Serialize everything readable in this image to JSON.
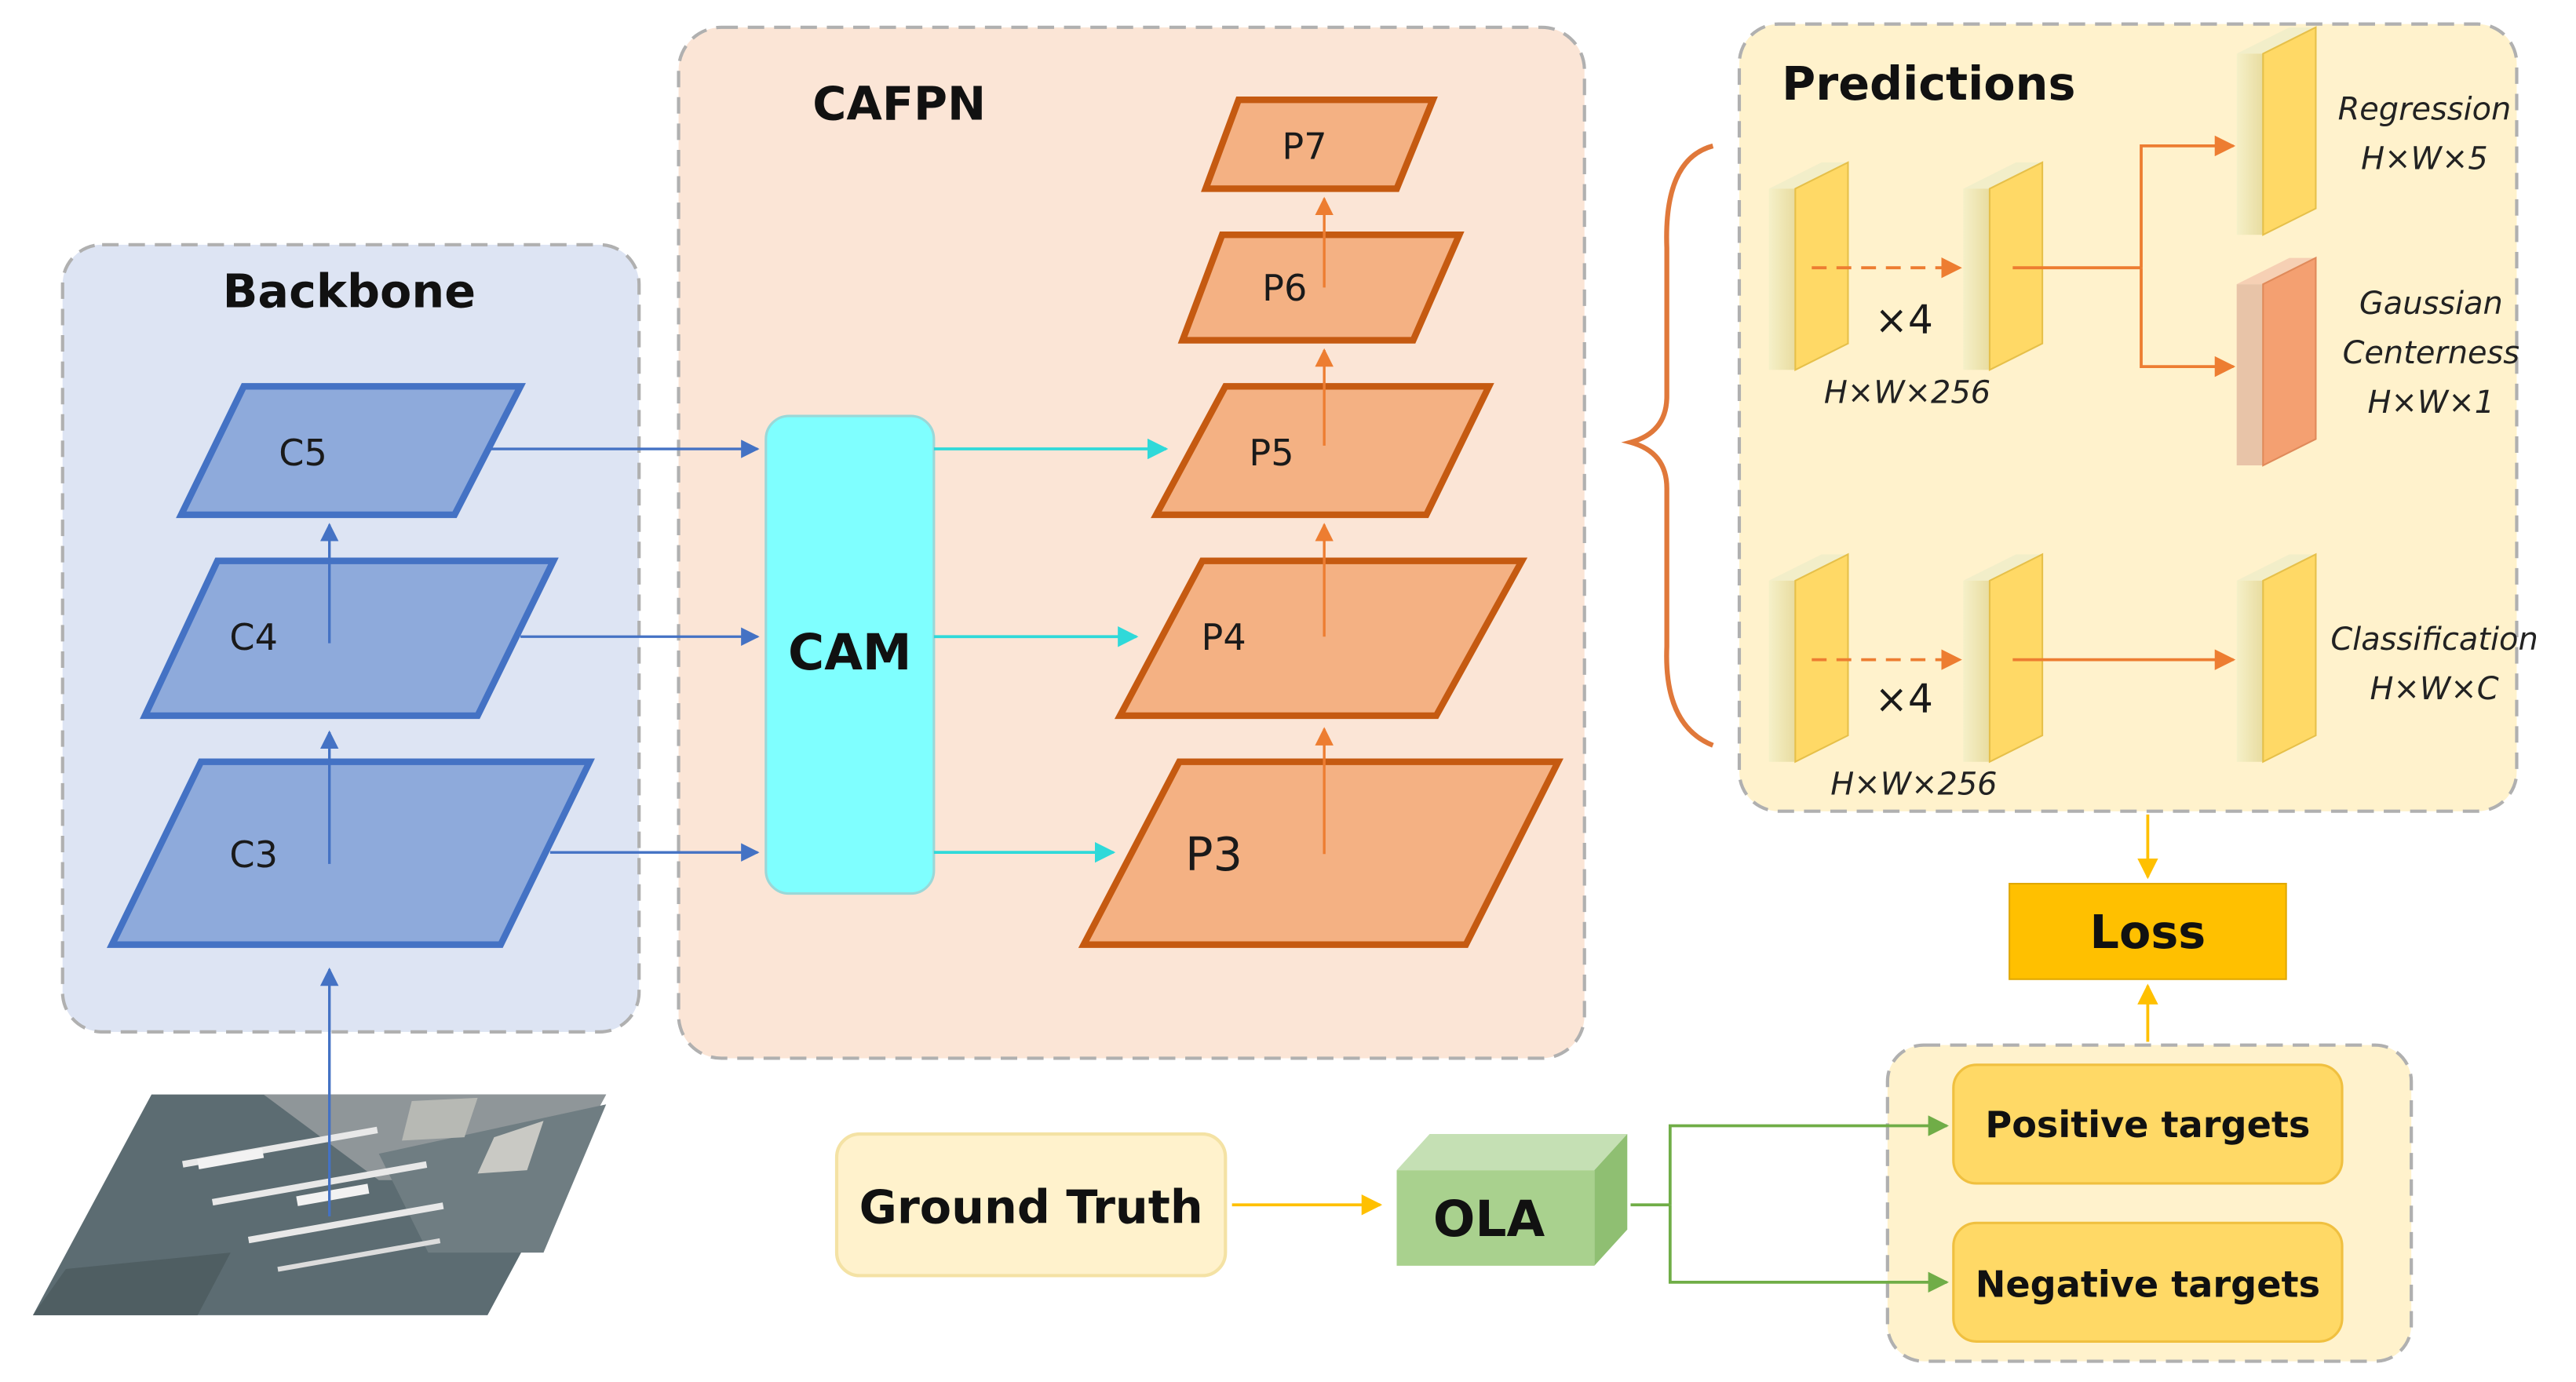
{
  "sections": {
    "backbone": "Backbone",
    "cafpn": "CAFPN",
    "predictions": "Predictions"
  },
  "backbone_levels": [
    "C5",
    "C4",
    "C3"
  ],
  "cafpn": {
    "module": "CAM",
    "levels": [
      "P7",
      "P6",
      "P5",
      "P4",
      "P3"
    ]
  },
  "predictions": {
    "repeat_top": "×4",
    "repeat_bottom": "×4",
    "feature_top": "H×W×256",
    "feature_bottom": "H×W×256",
    "heads": {
      "regression": {
        "name": "Regression",
        "shape": "H×W×5"
      },
      "centerness": {
        "name_line1": "Gaussian",
        "name_line2": "Centerness",
        "shape": "H×W×1"
      },
      "classification": {
        "name": "Classification",
        "shape": "H×W×C"
      }
    }
  },
  "loss": "Loss",
  "assignment": {
    "ground_truth": "Ground Truth",
    "ola": "OLA",
    "positive": "Positive targets",
    "negative": "Negative targets"
  },
  "colors": {
    "backbone_bg": "#dde4f3",
    "backbone_fill": "#8eaadb",
    "backbone_stroke": "#4472c4",
    "cafpn_bg": "#fbe5d6",
    "p_fill": "#f4b183",
    "p_stroke": "#c55a11",
    "cam_fill": "#7fffff",
    "cyan_arrow": "#33dddd",
    "predictions_bg": "#fff2cc",
    "feature_yellow": "#ffd966",
    "centerness_orange": "#f4a071",
    "loss_fill": "#ffc000",
    "ola_green": "#a9d18e",
    "green_arrow": "#70ad47",
    "gt_fill": "#fff2cc"
  }
}
